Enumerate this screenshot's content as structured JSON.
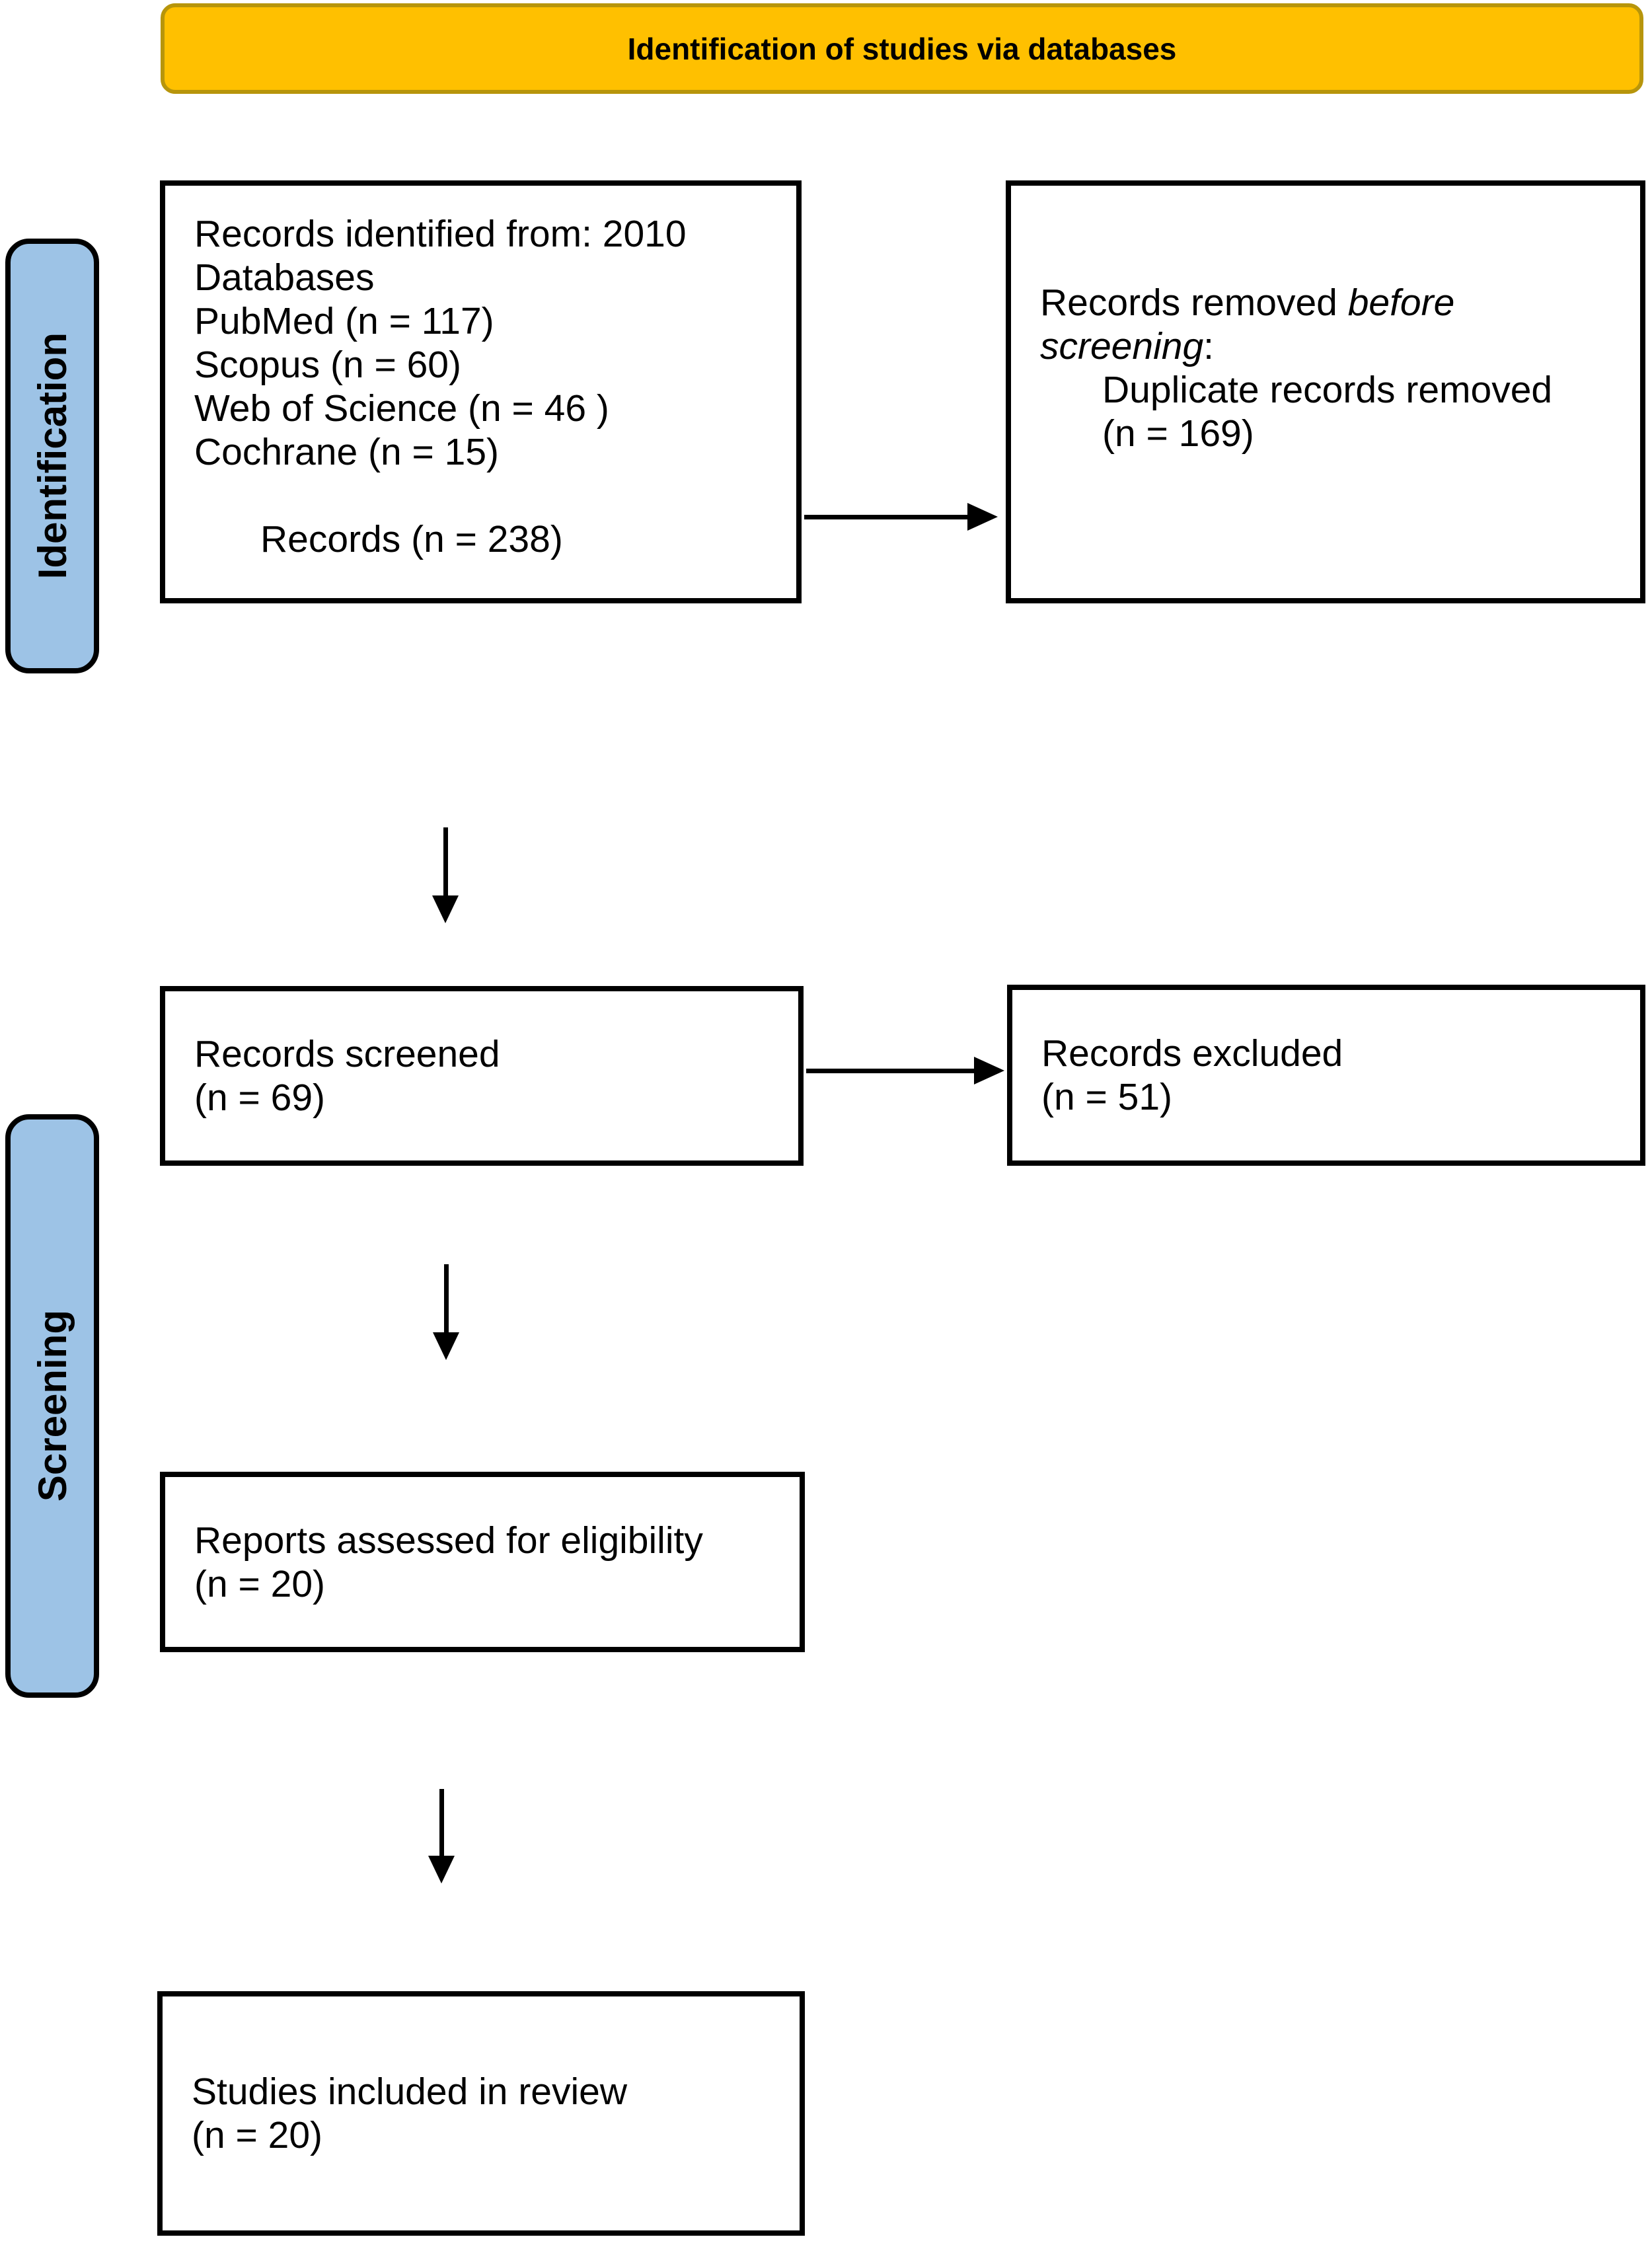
{
  "banner": {
    "label": "Identification of studies via databases"
  },
  "side_labels": {
    "identification": "Identification",
    "screening": "Screening"
  },
  "boxes": {
    "records_identified": {
      "lines": [
        "Records identified from: 2010",
        "Databases",
        "PubMed (n = 117)",
        "Scopus (n = 60)",
        "Web of Science (n = 46 )",
        "Cochrane (n = 15)"
      ],
      "summary_line": "Records (n = 238)"
    },
    "records_removed": {
      "line1_regular": "Records removed ",
      "line1_italic": "before",
      "line2_italic": "screening",
      "line2_regular": ":",
      "detail_lines": [
        "Duplicate records removed",
        "(n = 169)"
      ]
    },
    "records_screened": {
      "lines": [
        "Records screened",
        "(n = 69)"
      ]
    },
    "records_excluded": {
      "lines": [
        "Records excluded",
        "(n = 51)"
      ]
    },
    "reports_assessed": {
      "lines": [
        "Reports assessed for eligibility",
        "(n = 20)"
      ]
    },
    "studies_included": {
      "lines": [
        "Studies included in review",
        "(n = 20)"
      ]
    }
  },
  "colors": {
    "banner_fill": "#FFC000",
    "banner_border": "#B7950B",
    "side_label_fill": "#9DC3E6",
    "box_border": "#000000",
    "arrow": "#000000",
    "text": "#000000",
    "background": "#FFFFFF"
  }
}
